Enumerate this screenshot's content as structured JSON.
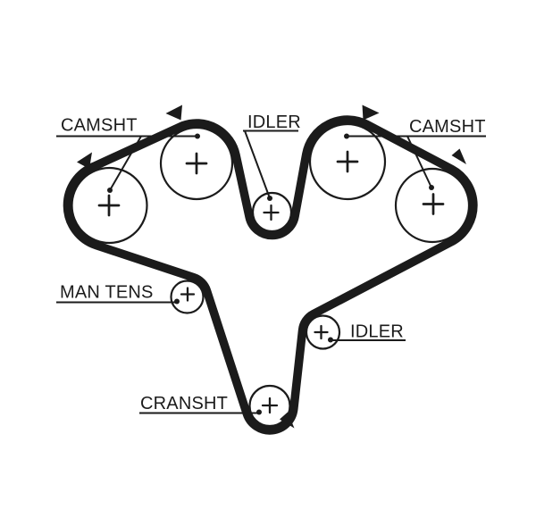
{
  "colors": {
    "background": "#ffffff",
    "ink": "#1b1b1b"
  },
  "labels": {
    "camshaft_left": "CAMSHT",
    "idler_top": "IDLER",
    "camshaft_right": "CAMSHT",
    "manual_tensioner": "MAN TENS",
    "idler_right": "IDLER",
    "crankshaft": "CRANSHT"
  },
  "pulleys": [
    {
      "name": "camshaft-left-outer",
      "marker": "+"
    },
    {
      "name": "camshaft-left-inner",
      "marker": "+"
    },
    {
      "name": "idler-top-center",
      "marker": "+"
    },
    {
      "name": "camshaft-right-inner",
      "marker": "+"
    },
    {
      "name": "camshaft-right-outer",
      "marker": "+"
    },
    {
      "name": "manual-tensioner",
      "marker": "+"
    },
    {
      "name": "idler-lower-right",
      "marker": "+"
    },
    {
      "name": "crankshaft",
      "marker": "+"
    }
  ],
  "belt": {
    "direction_arrow_count": 5
  }
}
